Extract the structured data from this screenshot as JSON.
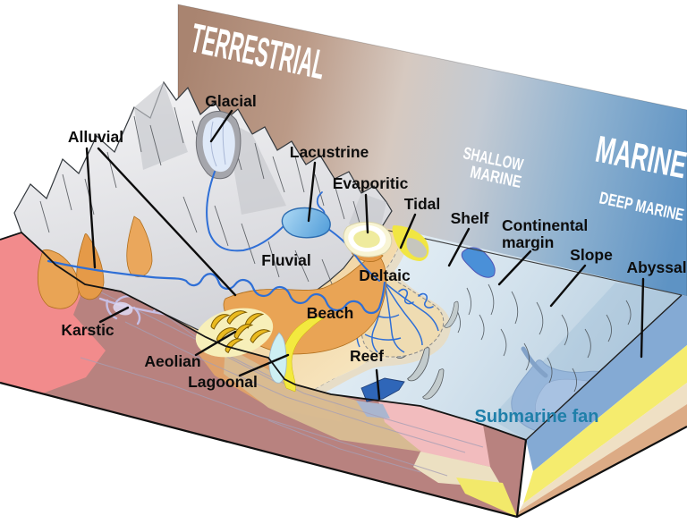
{
  "wall_zones": {
    "terrestrial": "TERRESTRIAL",
    "marine": "MARINE",
    "shallow_marine_lines": [
      "SHALLOW",
      "MARINE"
    ],
    "deep_marine": "DEEP MARINE"
  },
  "environment_labels": {
    "glacial": "Glacial",
    "alluvial": "Alluvial",
    "lacustrine": "Lacustrine",
    "evaporitic": "Evaporitic",
    "tidal": "Tidal",
    "shelf": "Shelf",
    "continental_margin_lines": [
      "Continental",
      "margin"
    ],
    "slope": "Slope",
    "abyssal": "Abyssal",
    "fluvial": "Fluvial",
    "deltaic": "Deltaic",
    "beach": "Beach",
    "karstic": "Karstic",
    "aeolian": "Aeolian",
    "lagoonal": "Lagoonal",
    "reef": "Reef",
    "submarine_fan": "Submarine fan"
  },
  "colors": {
    "wall_terrestrial_brown": "#a98470",
    "wall_marine_blue": "#5e93c4",
    "zone_text": "#ffffff",
    "label_text": "#0d0d0d",
    "submarine_fan_text": "#1f7fa9",
    "sea_shallow": "#e3eef5",
    "sea_deep": "#b0c9dd",
    "land_sand": "#f2d6a6",
    "mountain_gray": "#e3e4e7",
    "alluvial_fan_orange": "#e2913f",
    "beach_yellow": "#f3e93f",
    "reef_blue": "#2f66b8",
    "lake_blue": "#58a5e0",
    "front_face_pink": "#f28b8c",
    "front_face_mauve": "#b8827f"
  }
}
